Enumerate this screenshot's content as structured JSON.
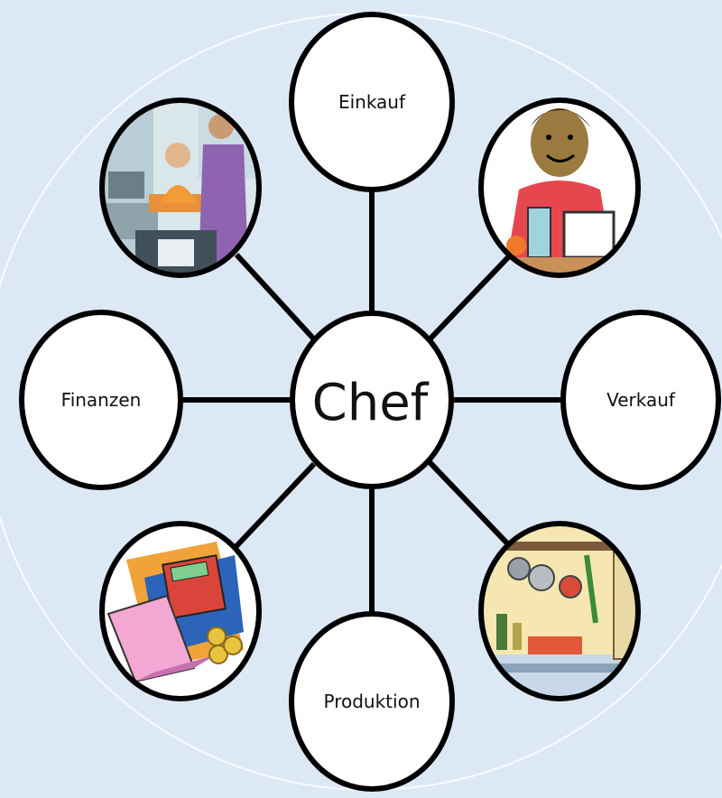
{
  "center": {
    "label": "Chef"
  },
  "nodes": {
    "top": {
      "label": "Einkauf"
    },
    "left": {
      "label": "Finanzen"
    },
    "right": {
      "label": "Verkauf"
    },
    "bottom": {
      "label": "Produktion"
    }
  },
  "pictures": {
    "top_left": "office-scene-icon",
    "top_right": "cashier-icon",
    "bottom_left": "accounting-icon",
    "bottom_right": "kitchen-icon"
  },
  "colors": {
    "background": "#dde8f5",
    "node_fill": "#ffffff",
    "node_stroke": "#000000",
    "connector": "#000000"
  }
}
